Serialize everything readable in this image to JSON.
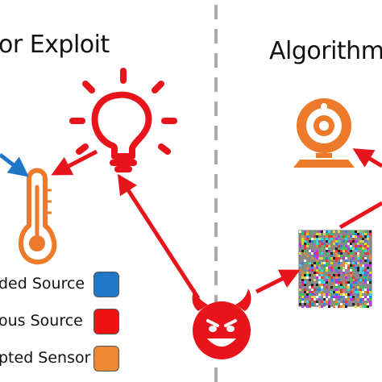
{
  "titles": {
    "left": "or Exploit",
    "right": "Algorithm"
  },
  "legend": [
    {
      "label": "ded Source",
      "color": "#1f77c8"
    },
    {
      "label": "ous Source",
      "color": "#ee1111"
    },
    {
      "label": "pted Sensor",
      "color": "#ee8833"
    }
  ],
  "colors": {
    "red": "#e8141b",
    "orange": "#ec7a2a",
    "blue": "#1f77c8",
    "divider": "#a9a9a9"
  },
  "icons": [
    "light-bulb-icon",
    "thermometer-icon",
    "webcam-icon",
    "devil-icon",
    "noise-image"
  ]
}
